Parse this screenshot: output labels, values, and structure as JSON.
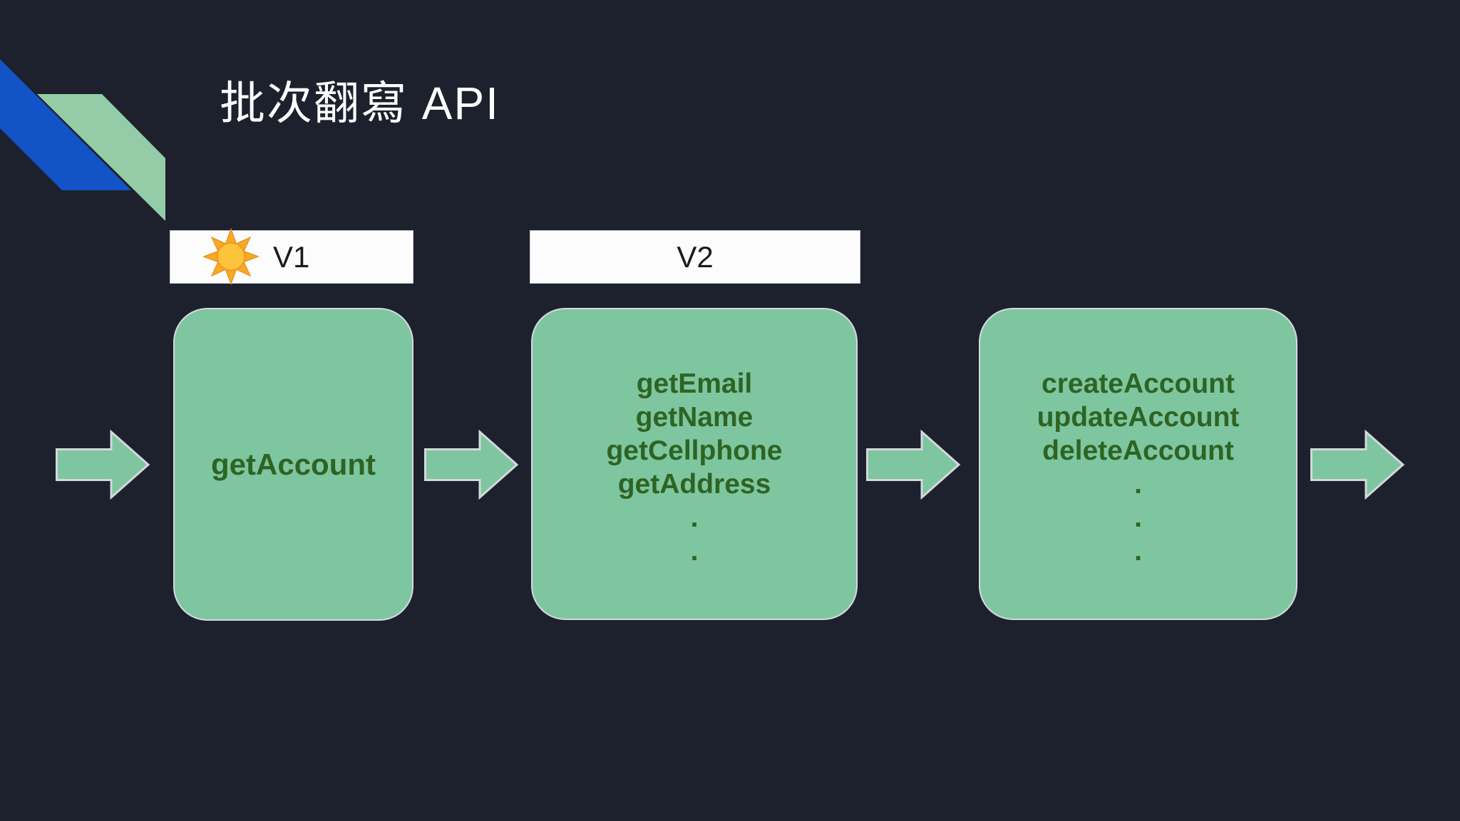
{
  "title": "批次翻寫 API",
  "version_labels": [
    {
      "text": "V1",
      "icon": "sun-icon"
    },
    {
      "text": "V2"
    }
  ],
  "boxes": [
    {
      "lines": [
        "getAccount"
      ]
    },
    {
      "lines": [
        "getEmail",
        "getName",
        "getCellphone",
        "getAddress",
        ".",
        "."
      ]
    },
    {
      "lines": [
        "createAccount",
        "updateAccount",
        "deleteAccount",
        ".",
        ".",
        "."
      ]
    }
  ],
  "arrow_count": 4,
  "colors": {
    "background": "#1d212e",
    "box_green": "#7ec6a0",
    "ribbon_green": "#93cca7",
    "ribbon_blue": "#1253c8",
    "box_text_green": "#2e6423",
    "box_border": "#d6d9dc",
    "label_background": "#fcfcfd",
    "label_text": "#1b1b1b",
    "title_text": "#ffffff",
    "sun_orange": "#f5a623",
    "sun_gold": "#fcc33c"
  }
}
